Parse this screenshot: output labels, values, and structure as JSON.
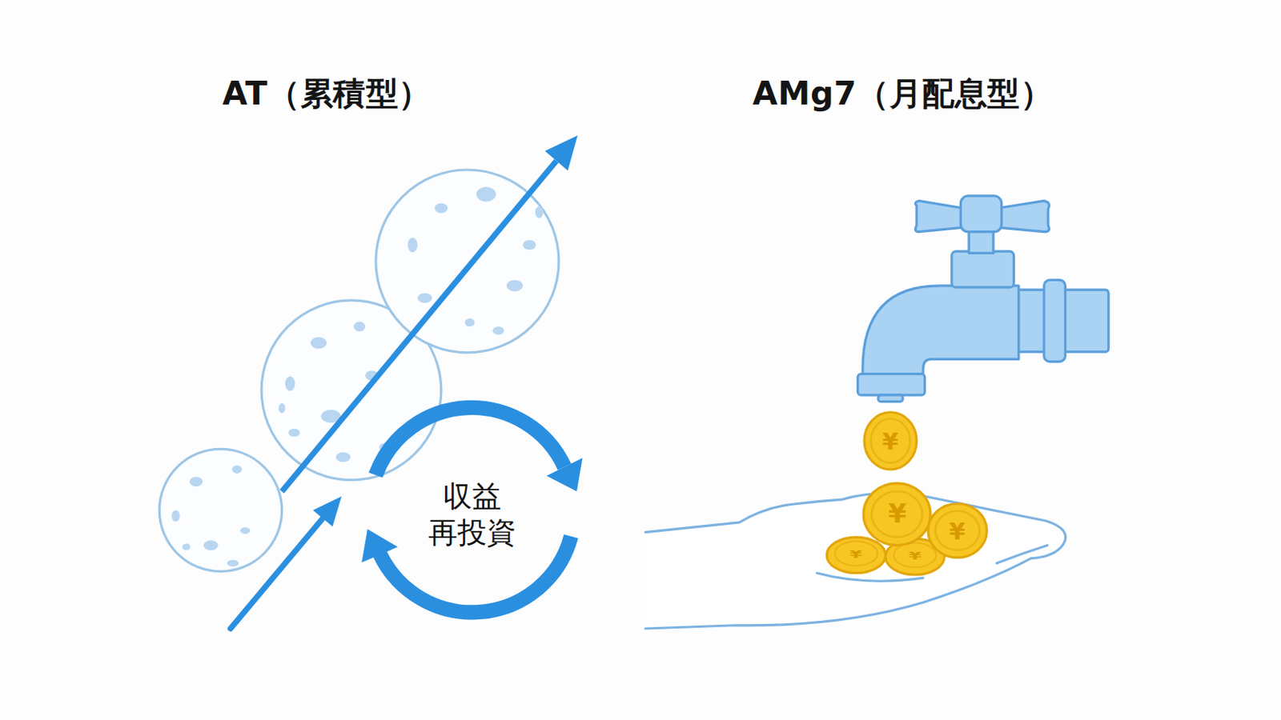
{
  "diagram": {
    "nodes": [
      {
        "text": [
          "収益 再投資"
        ]
      }
    ],
    "labels": [
      "AT（累積型）",
      "AMg7（月配息型）",
      "¥",
      "¥",
      "¥",
      "¥",
      "¥"
    ]
  }
}
